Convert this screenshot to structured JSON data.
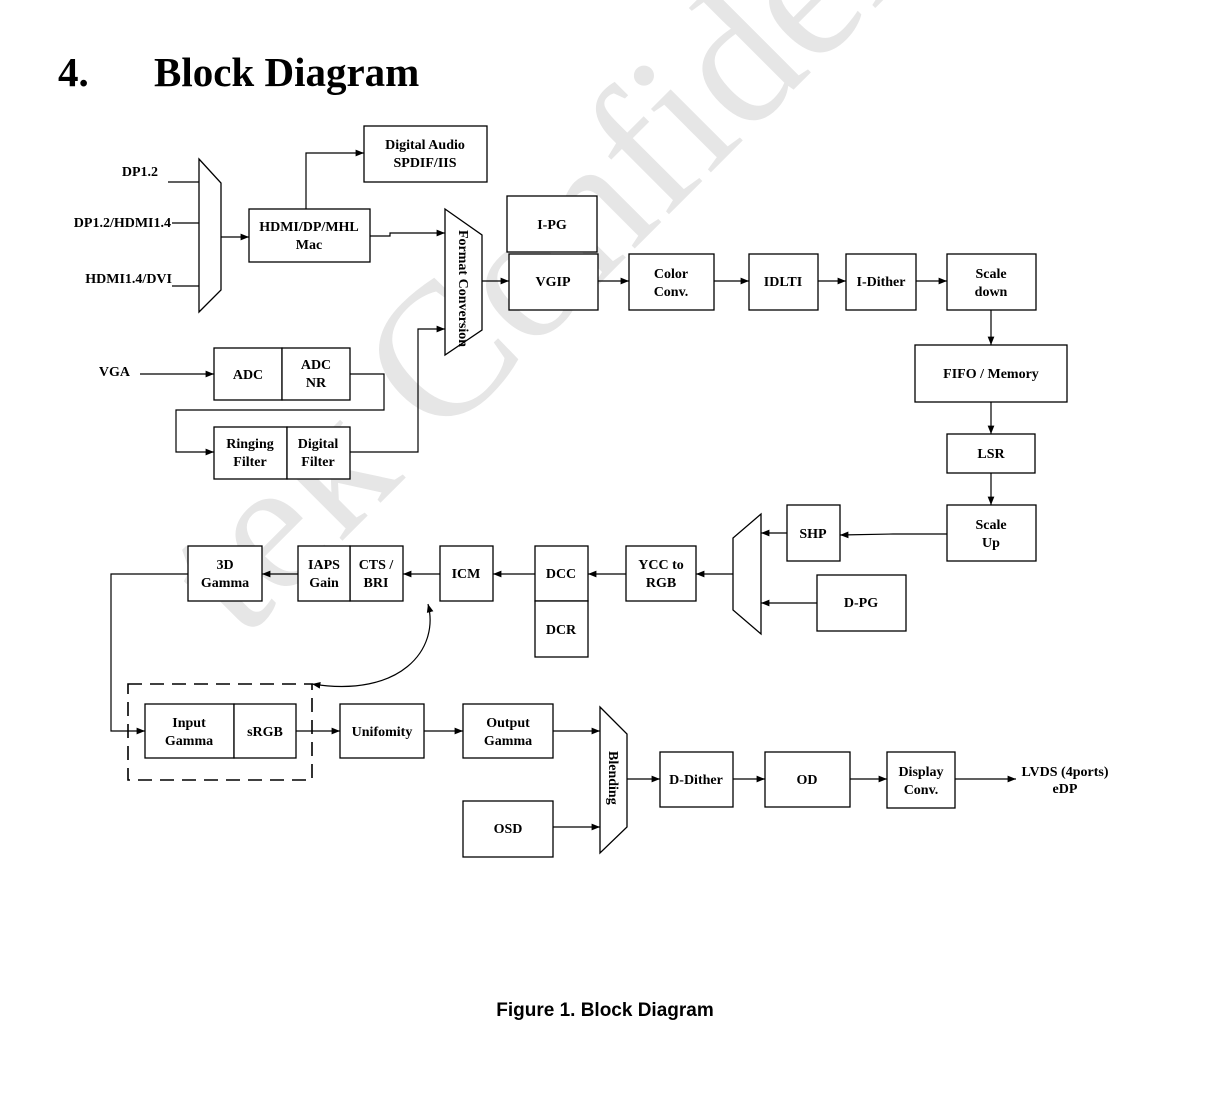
{
  "heading": {
    "number": "4.",
    "title": "Block Diagram"
  },
  "caption": "Figure 1. Block Diagram",
  "watermark": "tek Confidential for Ostar",
  "inputs": {
    "dp12": "DP1.2",
    "dp_hdmi": "DP1.2/HDMI1.4",
    "hdmi_dvi": "HDMI1.4/DVI",
    "vga": "VGA"
  },
  "blocks": {
    "digital_audio": [
      "Digital Audio",
      "SPDIF/IIS"
    ],
    "hdmi_mac": [
      "HDMI/DP/MHL",
      "Mac"
    ],
    "format_conversion": "Format Conversion",
    "ipg": "I-PG",
    "vgip": "VGIP",
    "color_conv": [
      "Color",
      "Conv."
    ],
    "idlti": "IDLTI",
    "idither": "I-Dither",
    "scale_down": [
      "Scale",
      "down"
    ],
    "adc": "ADC",
    "adc_nr": [
      "ADC",
      "NR"
    ],
    "ringing_filter": [
      "Ringing",
      "Filter"
    ],
    "digital_filter": [
      "Digital",
      "Filter"
    ],
    "fifo": "FIFO / Memory",
    "lsr": "LSR",
    "scale_up": [
      "Scale",
      "Up"
    ],
    "shp": "SHP",
    "dpg": "D-PG",
    "ycc_rgb": [
      "YCC to",
      "RGB"
    ],
    "dcc": "DCC",
    "dcr": "DCR",
    "icm": "ICM",
    "cts_bri": [
      "CTS /",
      "BRI"
    ],
    "iaps_gain": [
      "IAPS",
      "Gain"
    ],
    "gamma3d": [
      "3D",
      "Gamma"
    ],
    "input_gamma": [
      "Input",
      "Gamma"
    ],
    "srgb": "sRGB",
    "uniformity": "Unifomity",
    "output_gamma": [
      "Output",
      "Gamma"
    ],
    "osd": "OSD",
    "blending": "Blending",
    "ddither": "D-Dither",
    "od": "OD",
    "display_conv": [
      "Display",
      "Conv."
    ]
  },
  "outputs": {
    "lvds": "LVDS (4ports)",
    "edp": "eDP"
  }
}
